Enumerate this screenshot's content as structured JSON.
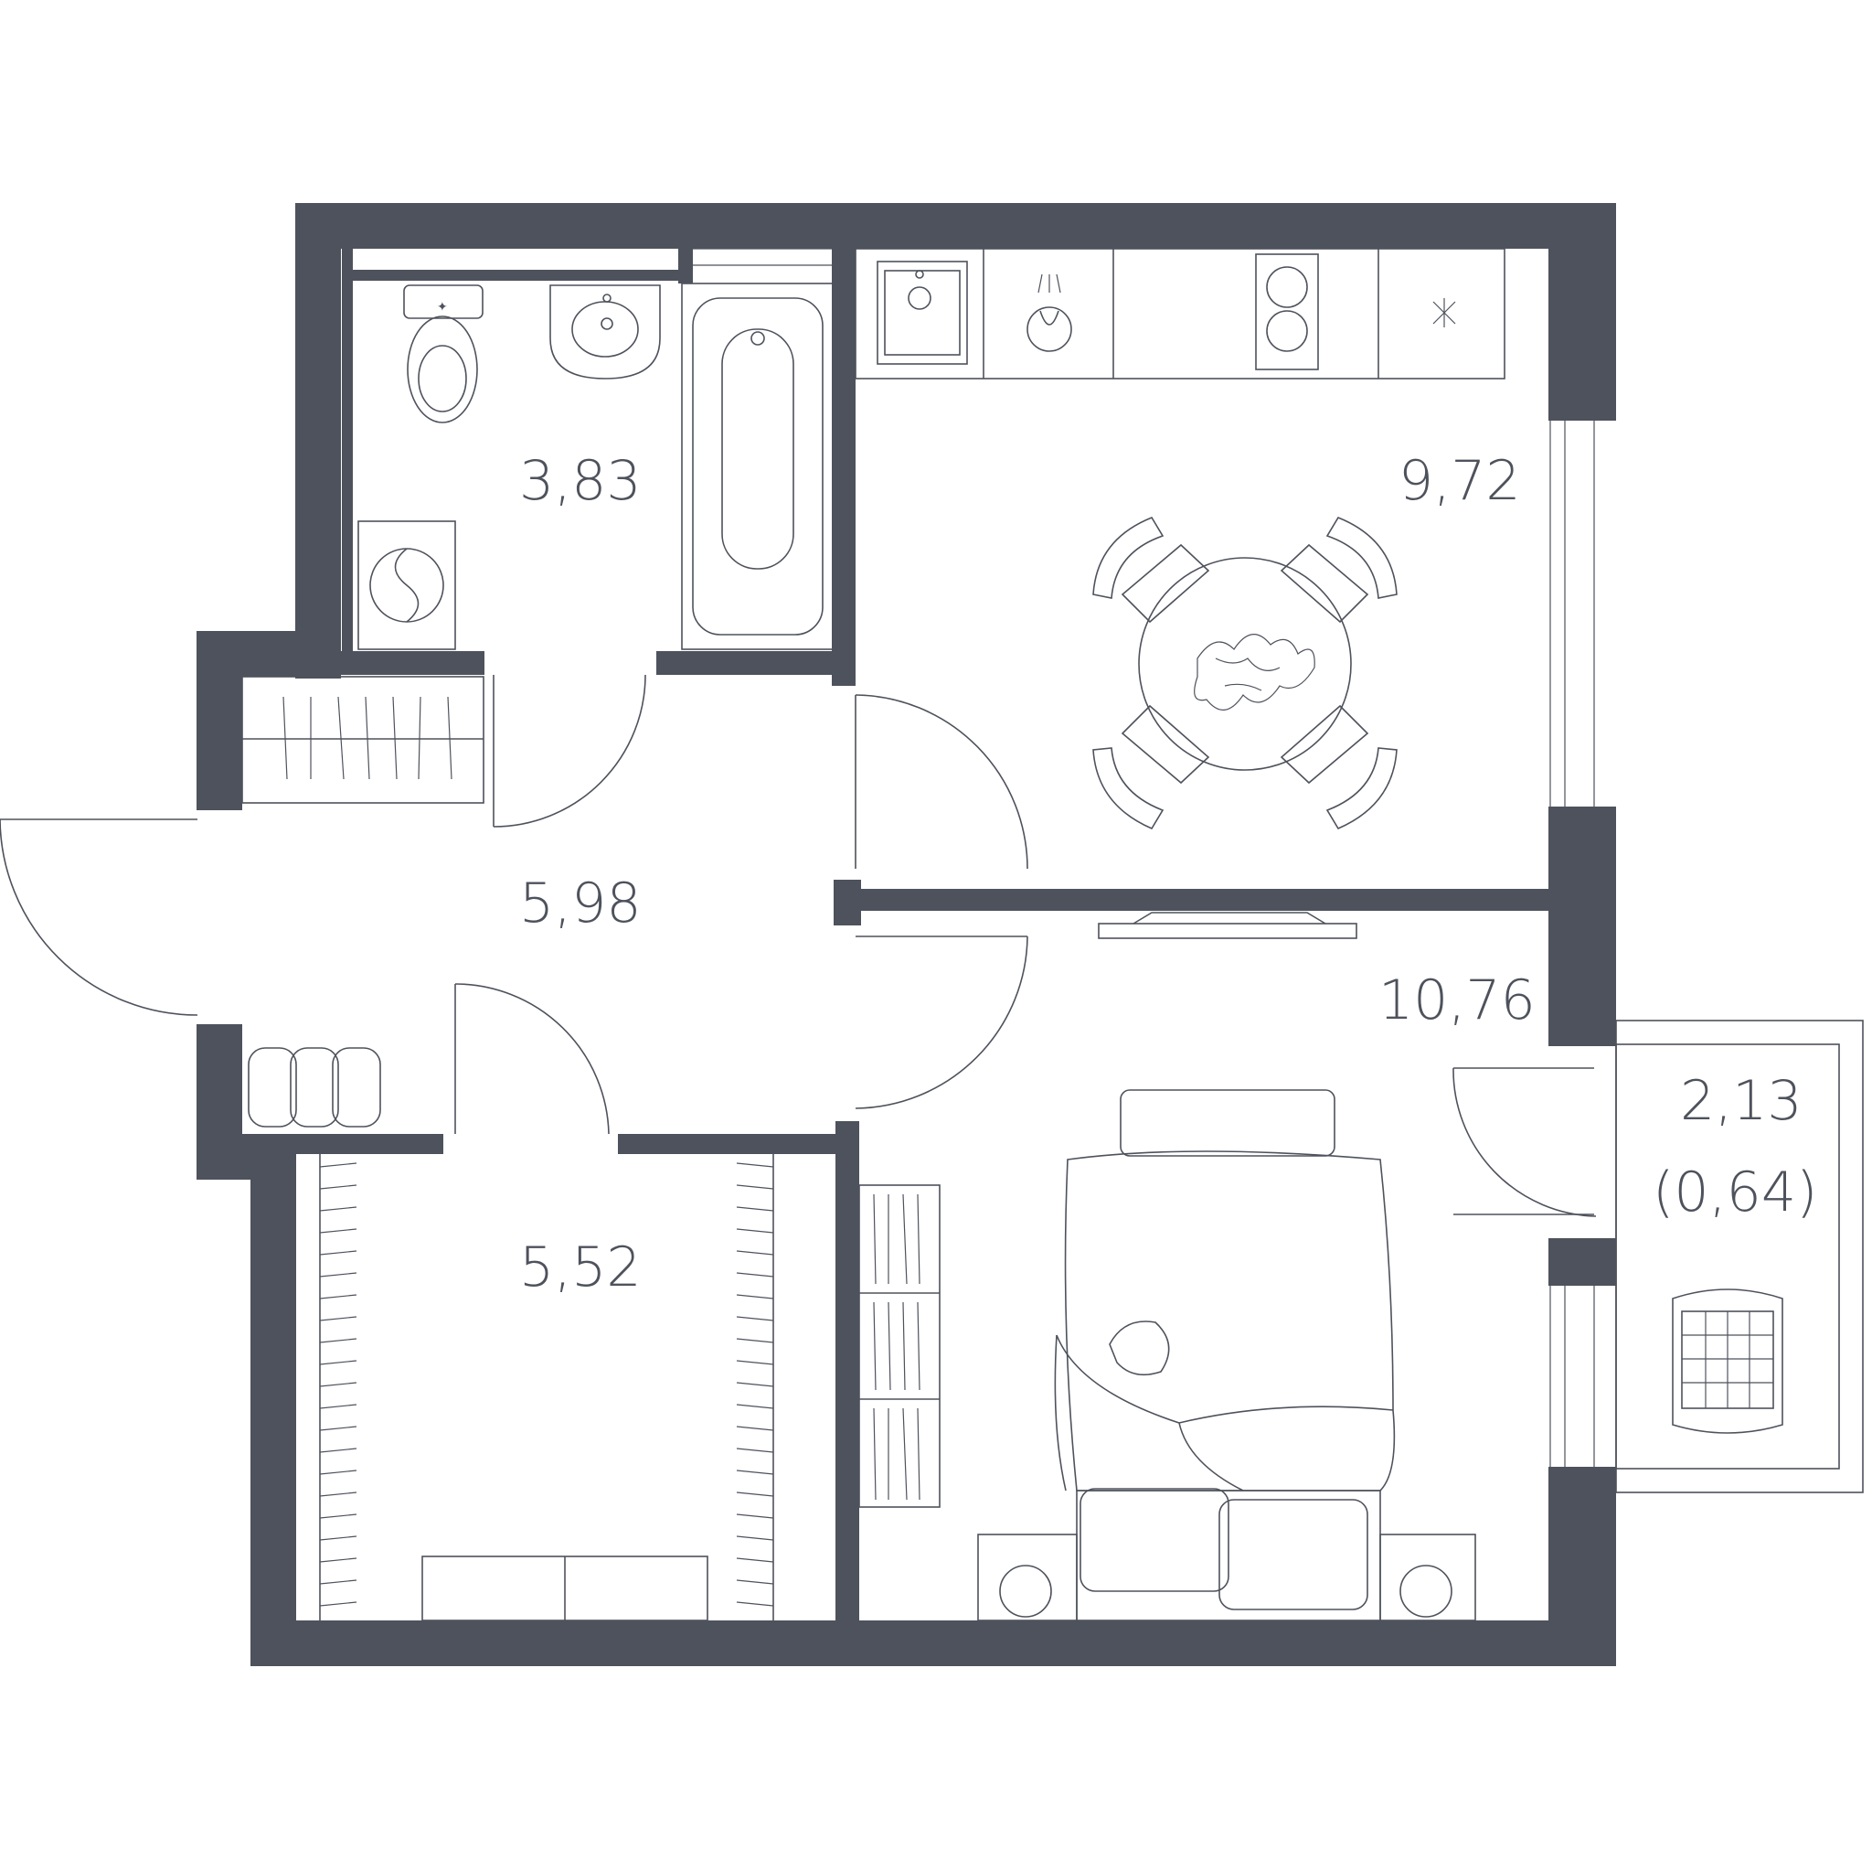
{
  "rooms": {
    "bathroom": {
      "area": "3,83"
    },
    "kitchen": {
      "area": "9,72"
    },
    "hallway": {
      "area": "5,98"
    },
    "bedroom": {
      "area": "10,76"
    },
    "wardrobe": {
      "area": "5,52"
    },
    "balcony": {
      "area": "2,13",
      "reduced_area": "(0,64)"
    }
  },
  "colors": {
    "wall": "#4e525c",
    "background": "#ffffff"
  },
  "icons": [
    "toilet-icon",
    "sink-icon",
    "bathtub-icon",
    "washing-machine-icon",
    "kitchen-sink-icon",
    "stove-icon",
    "dining-table-icon",
    "bed-icon",
    "tv-icon",
    "armchair-icon",
    "plant-icon"
  ]
}
